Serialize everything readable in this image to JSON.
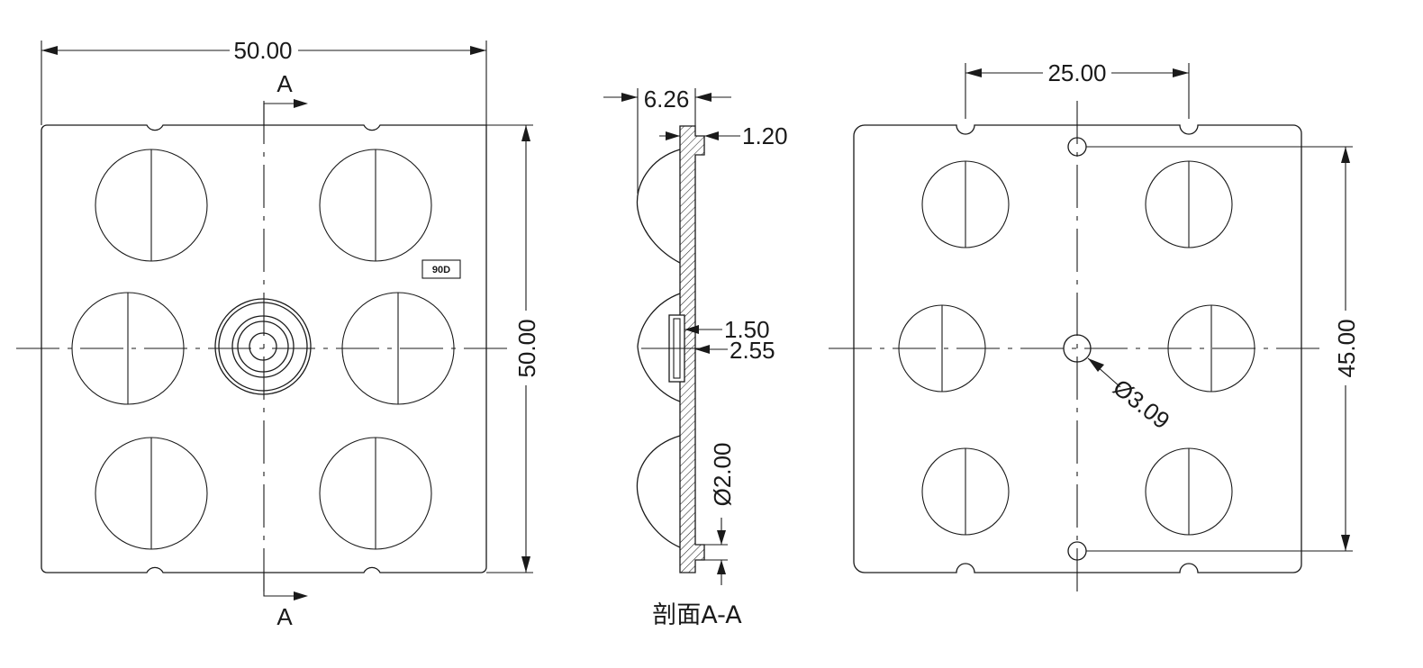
{
  "front_view": {
    "width_dim": "50.00",
    "height_dim": "50.00",
    "section_label_top": "A",
    "section_label_bottom": "A",
    "badge": "90D"
  },
  "section_view": {
    "caption": "剖面A-A",
    "dim_lens_height": "6.26",
    "dim_plate_thickness": "1.20",
    "dim_inner_recess": "1.50",
    "dim_outer_recess": "2.55",
    "dim_step_diameter": "Ø2.00"
  },
  "back_view": {
    "hole_spacing_dim": "25.00",
    "mount_hole_dim": "45.00",
    "center_hole_dim": "Ø3.09"
  }
}
